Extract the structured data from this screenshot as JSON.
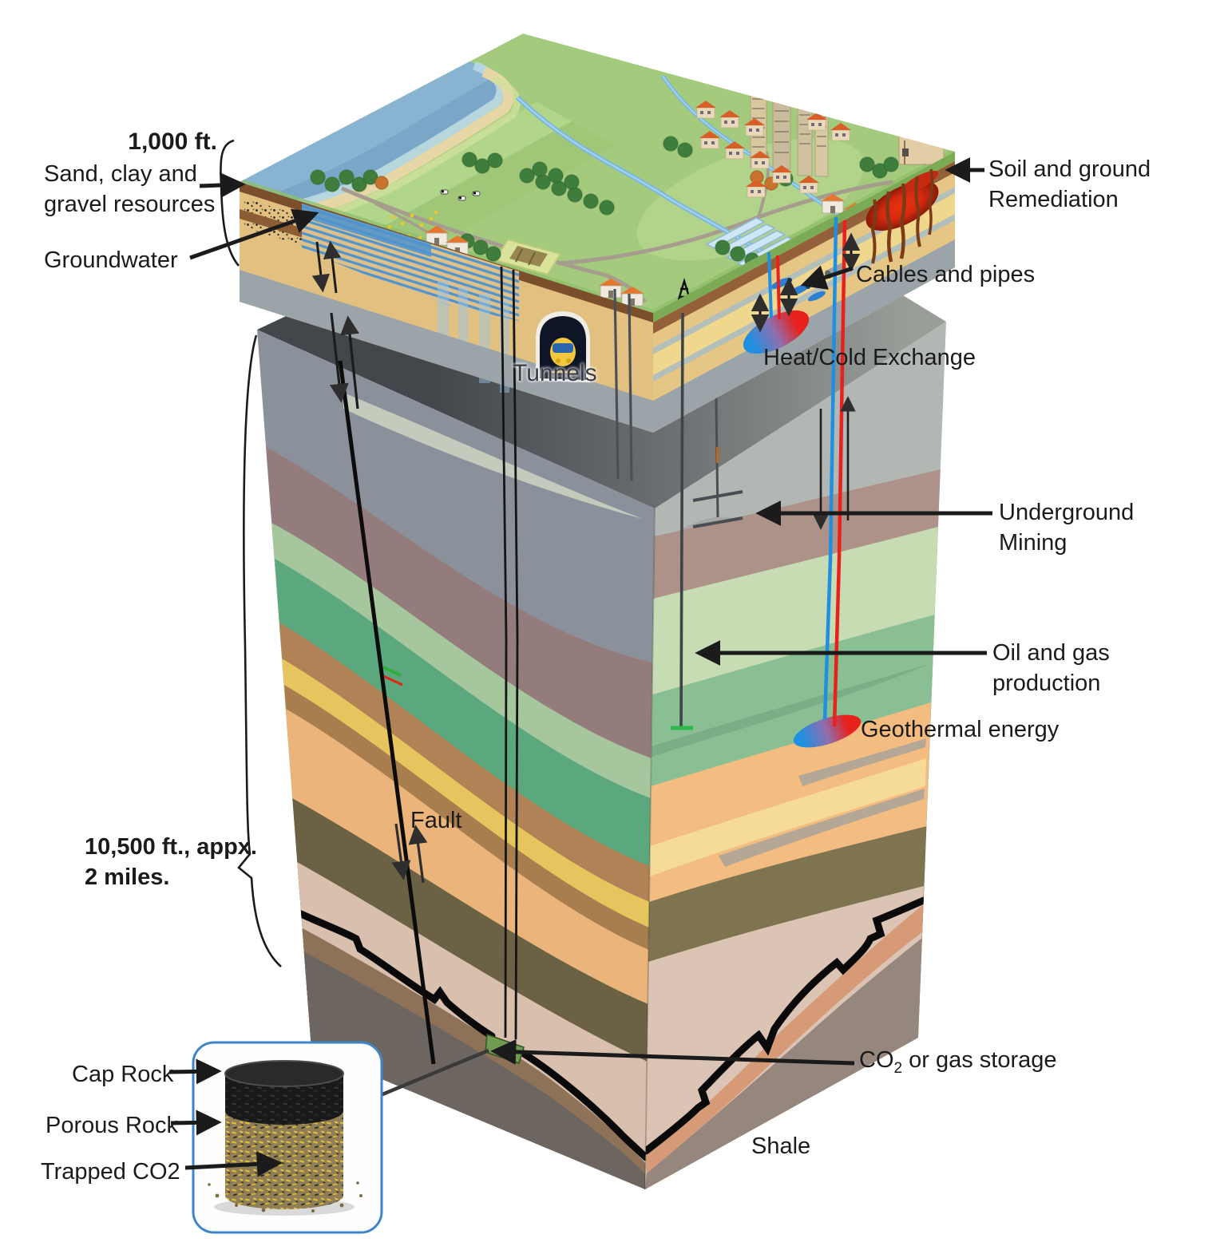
{
  "figure": "geological cross-section of subsurface resource use",
  "labels": {
    "depth_top": "1,000 ft.",
    "sand_line1": "Sand, clay and",
    "sand_line2": "gravel resources",
    "groundwater": "Groundwater",
    "soil_line1": "Soil and ground",
    "soil_line2": "Remediation",
    "cables_pipes": "Cables and pipes",
    "heat_cold": "Heat/Cold Exchange",
    "tunnels": "Tunnels",
    "mining_line1": "Underground",
    "mining_line2": "Mining",
    "oil_line1": "Oil and gas",
    "oil_line2": "production",
    "geothermal": "Geothermal energy",
    "fault": "Fault",
    "depth_bottom_line1": "10,500 ft., appx.",
    "depth_bottom_line2": "2 miles.",
    "co2_prefix": "CO",
    "co2_sub": "2",
    "co2_rest": " or gas storage",
    "shale": "Shale",
    "cap_rock": "Cap Rock",
    "porous_rock": "Porous Rock",
    "trapped_co2": "Trapped CO2"
  },
  "colors": {
    "label_text": "#1b1b1b",
    "inset_border": "#3f86c9",
    "sea": "#7aa7c7",
    "grass": "#a4cb7d",
    "sand_layer": "#e2c07f",
    "block_top": "#44474c",
    "cold_pipe": "#1f8fe0",
    "hot_pipe": "#e8211d",
    "storage_green": "#6f9c51",
    "trapped_co2_yellow": "#e0bd2e"
  },
  "features": [
    "sea",
    "beach",
    "fields",
    "rivers",
    "roads",
    "trees",
    "cows",
    "village-houses",
    "city-towers",
    "factory",
    "greenhouses",
    "excavation-site",
    "oil-derrick",
    "tunnel-train",
    "groundwater-stripes",
    "gravel-deposit",
    "contaminated-soil",
    "heat-cold-probe",
    "geothermal-doublet",
    "mining-shaft",
    "fault-line",
    "co2-injection-wells",
    "storage-pocket",
    "core-sample-inset"
  ]
}
